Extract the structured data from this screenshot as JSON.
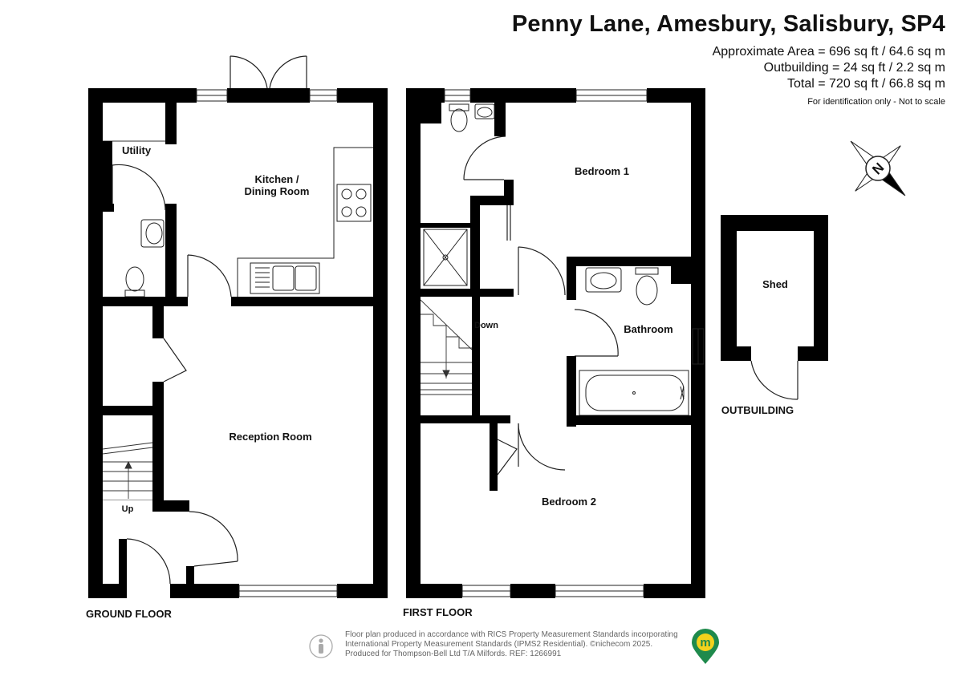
{
  "header": {
    "title": "Penny Lane, Amesbury, Salisbury, SP4",
    "area_line": "Approximate Area = 696 sq ft / 64.6 sq m",
    "outbuilding_line": "Outbuilding = 24 sq ft / 2.2 sq m",
    "total_line": "Total = 720 sq ft / 66.8 sq m",
    "note": "For identification only - Not to scale"
  },
  "compass": {
    "label": "N",
    "icon": "north-compass-icon"
  },
  "ground_floor": {
    "label": "GROUND FLOOR",
    "rooms": {
      "utility": "Utility",
      "kitchen_line1": "Kitchen /",
      "kitchen_line2": "Dining Room",
      "reception": "Reception Room",
      "stairs": "Up"
    }
  },
  "first_floor": {
    "label": "FIRST FLOOR",
    "rooms": {
      "bedroom1": "Bedroom 1",
      "bedroom2": "Bedroom 2",
      "bathroom": "Bathroom",
      "stairs": "Down"
    }
  },
  "outbuilding": {
    "label": "OUTBUILDING",
    "room": "Shed"
  },
  "footer": {
    "line1": "Floor plan produced in accordance with RICS Property Measurement Standards incorporating",
    "line2": "International Property Measurement Standards (IPMS2 Residential).  ©nichecom 2025.",
    "line3": "Produced for Thompson-Bell Ltd T/A Milfords.   REF: 1266991",
    "logo_letter": "m",
    "logo_color": "#1f8a4c"
  }
}
